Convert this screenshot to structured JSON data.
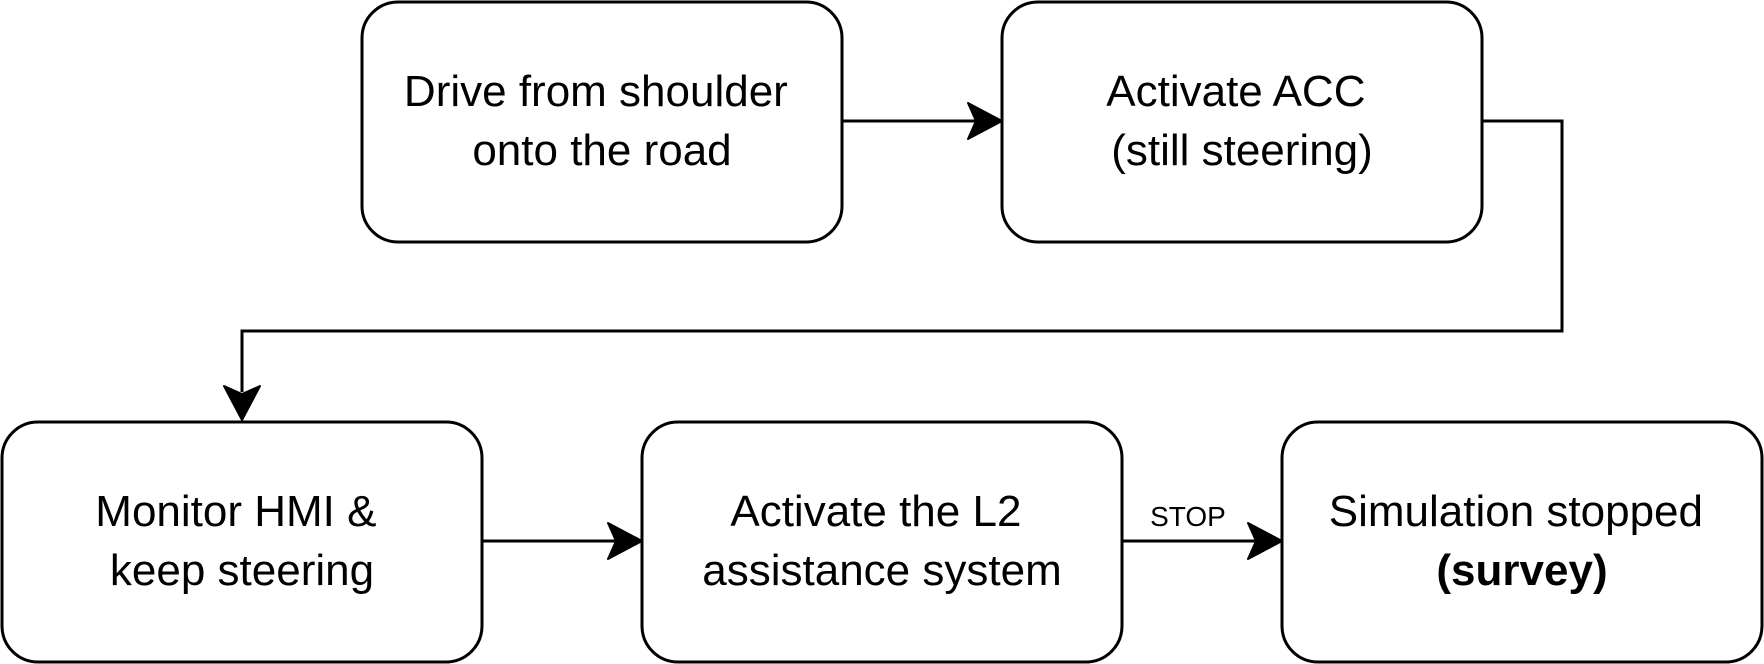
{
  "nodes": {
    "n1": {
      "line1": "Drive from shoulder",
      "line2": "onto the road"
    },
    "n2": {
      "line1": "Activate ACC",
      "line2": "(still steering)"
    },
    "n3": {
      "line1": "Monitor HMI &",
      "line2": "keep steering"
    },
    "n4": {
      "line1": "Activate the L2",
      "line2": "assistance system"
    },
    "n5": {
      "line1": "Simulation stopped",
      "line2": "(survey)"
    }
  },
  "edges": {
    "e4": {
      "label": "STOP"
    }
  }
}
